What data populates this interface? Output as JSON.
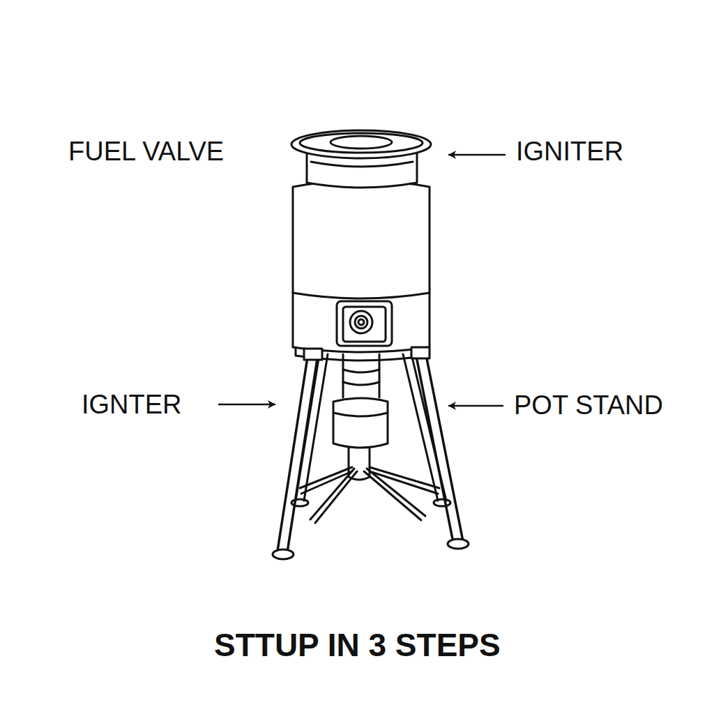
{
  "diagram": {
    "caption": "STTUP IN 3 STEPS",
    "labels": [
      "FUEL VALVE",
      "IGNITER",
      "IGNTER",
      "POT STAND"
    ]
  }
}
